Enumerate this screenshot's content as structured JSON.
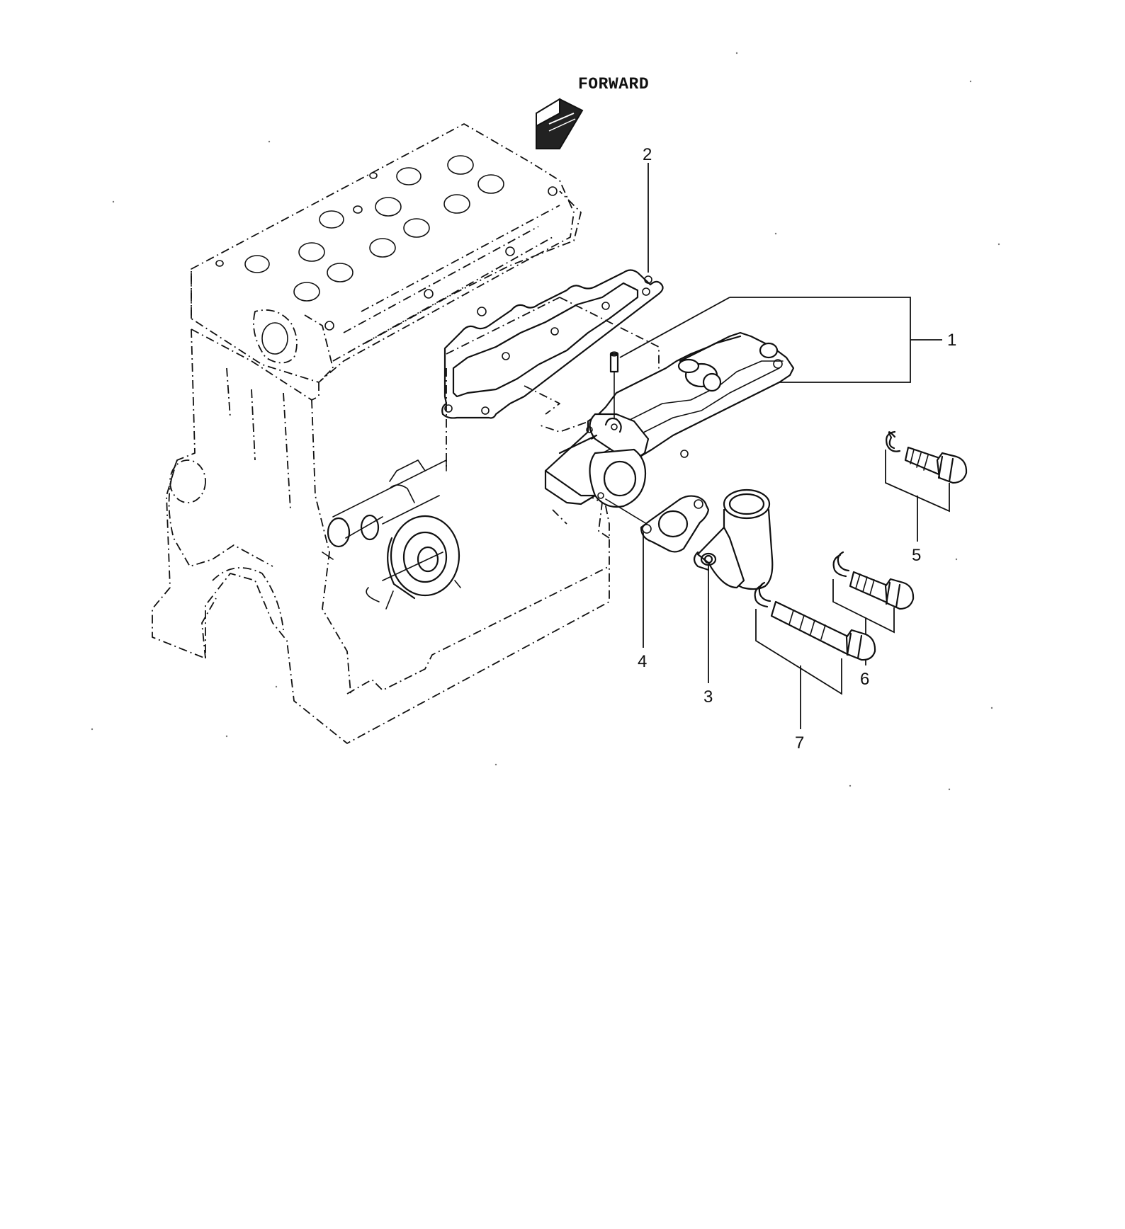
{
  "direction_label": "FORWARD",
  "callouts": [
    {
      "id": "1"
    },
    {
      "id": "2"
    },
    {
      "id": "3"
    },
    {
      "id": "4"
    },
    {
      "id": "5"
    },
    {
      "id": "6"
    },
    {
      "id": "7"
    }
  ]
}
